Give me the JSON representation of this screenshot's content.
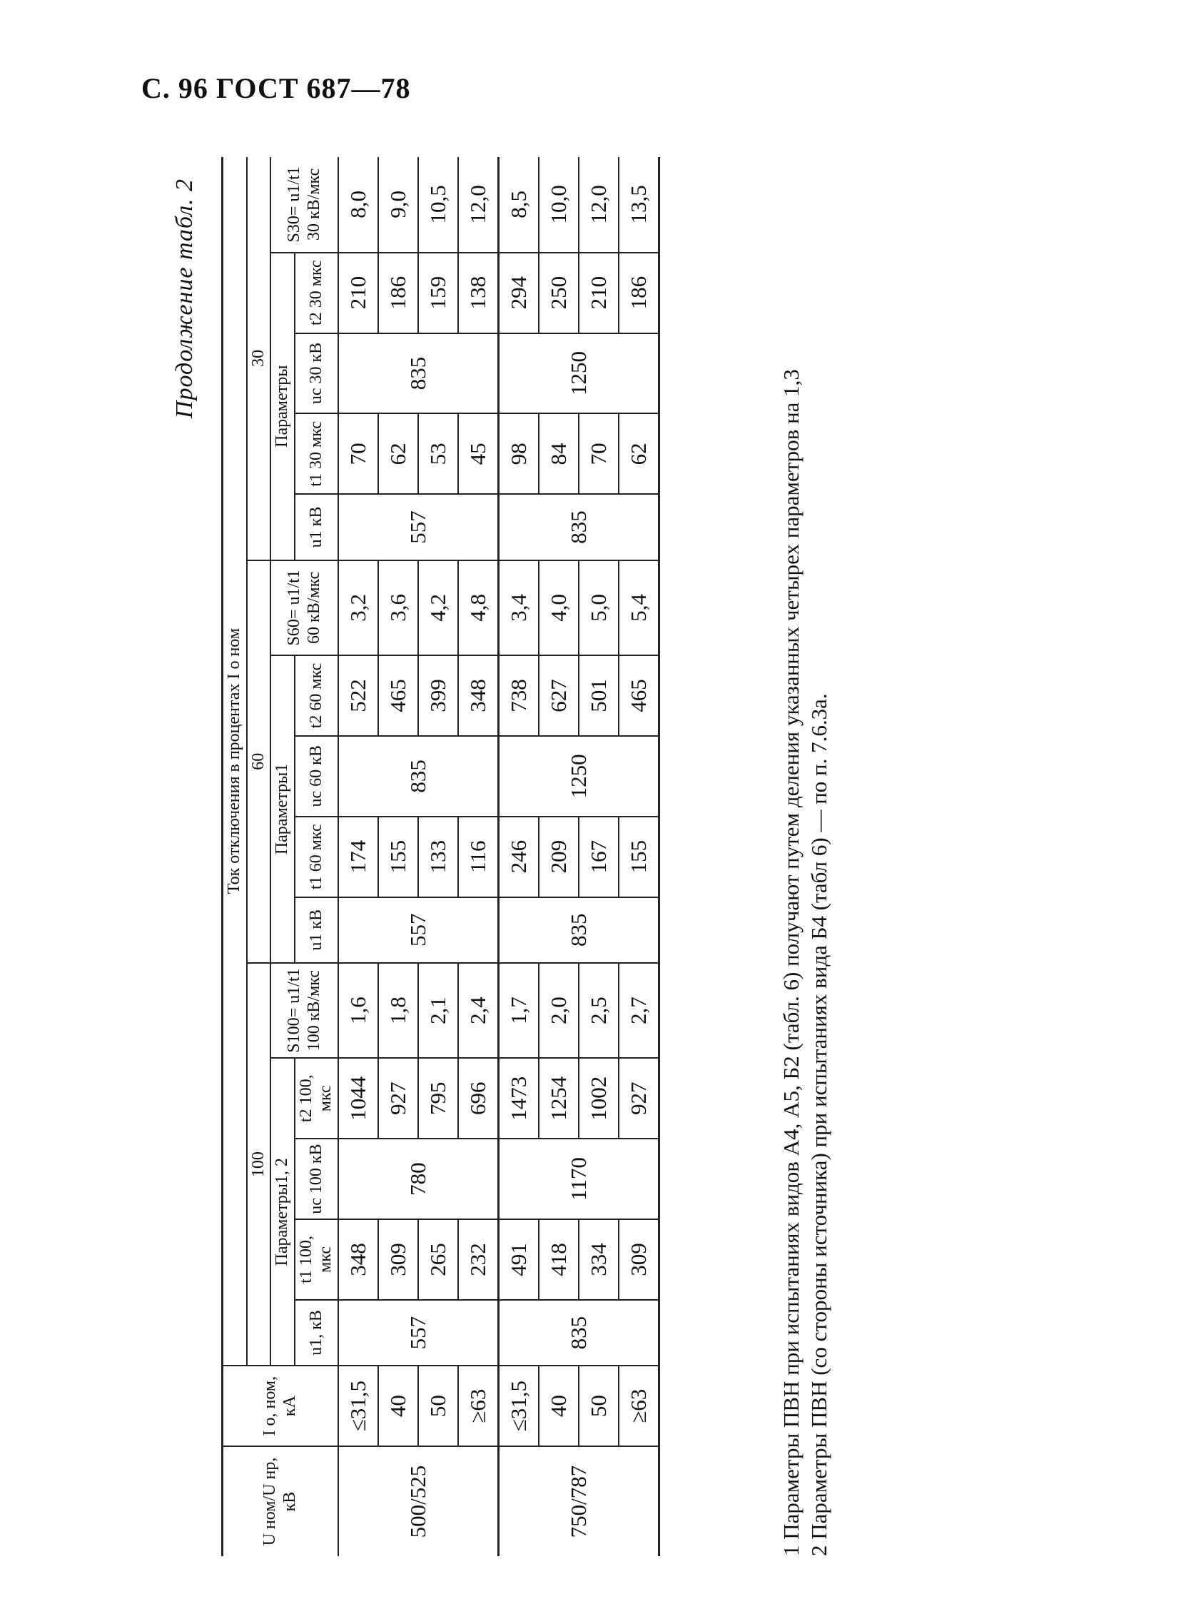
{
  "header": {
    "page": "С. 96 ГОСТ 687—78"
  },
  "caption": "Продолжение табл. 2",
  "table": {
    "col_u": "U ном/U нр, кВ",
    "col_i": "I о, ном, кА",
    "current_label": "Ток отключения в процентах I о ном",
    "groups": [
      {
        "pct": "100",
        "params": "Параметры1, 2",
        "u1": "u1, кВ",
        "t1": "t1 100, мкс",
        "uc": "uc 100 кВ",
        "t2": "t2 100, мкс",
        "s": "S100= u1/t1 100 кВ/мкс"
      },
      {
        "pct": "60",
        "params": "Параметры1",
        "u1": "u1 кВ",
        "t1": "t1 60 мкс",
        "uc": "uc 60 кВ",
        "t2": "t2 60 мкс",
        "s": "S60= u1/t1 60 кВ/мкс"
      },
      {
        "pct": "30",
        "params": "Параметры",
        "u1": "u1 кВ",
        "t1": "t1 30 мкс",
        "uc": "uc 30 кВ",
        "t2": "t2 30 мкс",
        "s": "S30= u1/t1 30 кВ/мкс"
      }
    ],
    "blocks": [
      {
        "u": "500/525",
        "u1_100": "557",
        "uc_100": "780",
        "u1_60": "557",
        "uc_60": "835",
        "u1_30": "557",
        "uc_30": "835",
        "rows": [
          {
            "i": "≤31,5",
            "t1_100": "348",
            "t2_100": "1044",
            "s100": "1,6",
            "t1_60": "174",
            "t2_60": "522",
            "s60": "3,2",
            "t1_30": "70",
            "t2_30": "210",
            "s30": "8,0"
          },
          {
            "i": "40",
            "t1_100": "309",
            "t2_100": "927",
            "s100": "1,8",
            "t1_60": "155",
            "t2_60": "465",
            "s60": "3,6",
            "t1_30": "62",
            "t2_30": "186",
            "s30": "9,0"
          },
          {
            "i": "50",
            "t1_100": "265",
            "t2_100": "795",
            "s100": "2,1",
            "t1_60": "133",
            "t2_60": "399",
            "s60": "4,2",
            "t1_30": "53",
            "t2_30": "159",
            "s30": "10,5"
          },
          {
            "i": "≥63",
            "t1_100": "232",
            "t2_100": "696",
            "s100": "2,4",
            "t1_60": "116",
            "t2_60": "348",
            "s60": "4,8",
            "t1_30": "45",
            "t2_30": "138",
            "s30": "12,0"
          }
        ]
      },
      {
        "u": "750/787",
        "u1_100": "835",
        "uc_100": "1170",
        "u1_60": "835",
        "uc_60": "1250",
        "u1_30": "835",
        "uc_30": "1250",
        "rows": [
          {
            "i": "≤31,5",
            "t1_100": "491",
            "t2_100": "1473",
            "s100": "1,7",
            "t1_60": "246",
            "t2_60": "738",
            "s60": "3,4",
            "t1_30": "98",
            "t2_30": "294",
            "s30": "8,5"
          },
          {
            "i": "40",
            "t1_100": "418",
            "t2_100": "1254",
            "s100": "2,0",
            "t1_60": "209",
            "t2_60": "627",
            "s60": "4,0",
            "t1_30": "84",
            "t2_30": "250",
            "s30": "10,0"
          },
          {
            "i": "50",
            "t1_100": "334",
            "t2_100": "1002",
            "s100": "2,5",
            "t1_60": "167",
            "t2_60": "501",
            "s60": "5,0",
            "t1_30": "70",
            "t2_30": "210",
            "s30": "12,0"
          },
          {
            "i": "≥63",
            "t1_100": "309",
            "t2_100": "927",
            "s100": "2,7",
            "t1_60": "155",
            "t2_60": "465",
            "s60": "5,4",
            "t1_30": "62",
            "t2_30": "186",
            "s30": "13,5"
          }
        ]
      }
    ]
  },
  "notes": {
    "n1": "1 Параметры ПВН при испытаниях видов А4, А5, Б2 (табл. 6) получают путем деления указанных четырех параметров на 1,3",
    "n2": "2 Параметры ПВН (со стороны источника) при испытаниях вида Б4 (табл 6) — по п. 7.6.3а."
  }
}
